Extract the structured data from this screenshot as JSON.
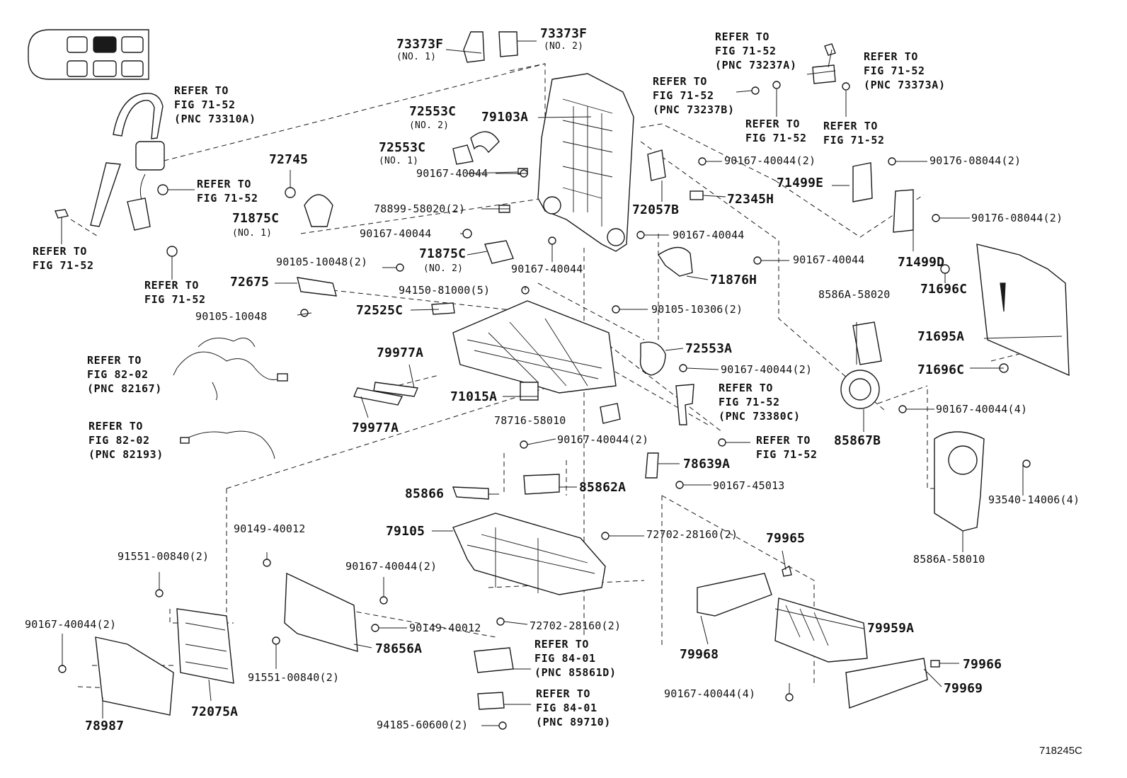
{
  "drawing_code": "718245C",
  "seat_icon": {
    "name": "seat-position-selector-icon",
    "selected": "row1-right"
  },
  "refer_notes": [
    {
      "id": "belt",
      "lines": [
        "REFER TO",
        "FIG 71-52",
        "(PNC 73310A)"
      ]
    },
    {
      "id": "belt-anchor",
      "lines": [
        "REFER TO",
        "FIG 71-52"
      ]
    },
    {
      "id": "belt-bolt",
      "lines": [
        "REFER TO",
        "FIG 71-52"
      ]
    },
    {
      "id": "belt-nut",
      "lines": [
        "REFER TO",
        "FIG 71-52"
      ]
    },
    {
      "id": "top-a",
      "lines": [
        "REFER TO",
        "FIG 71-52",
        "(PNC 73237A)"
      ]
    },
    {
      "id": "top-b",
      "lines": [
        "REFER TO",
        "FIG 71-52",
        "(PNC 73237B)"
      ]
    },
    {
      "id": "top-c",
      "lines": [
        "REFER TO",
        "FIG 71-52",
        "(PNC 73373A)"
      ]
    },
    {
      "id": "top-d",
      "lines": [
        "REFER TO",
        "FIG 71-52"
      ]
    },
    {
      "id": "top-e",
      "lines": [
        "REFER TO",
        "FIG 71-52"
      ]
    },
    {
      "id": "wire-a",
      "lines": [
        "REFER TO",
        "FIG 82-02",
        "(PNC 82167)"
      ]
    },
    {
      "id": "wire-b",
      "lines": [
        "REFER TO",
        "FIG 82-02",
        "(PNC 82193)"
      ]
    },
    {
      "id": "buckle",
      "lines": [
        "REFER TO",
        "FIG 71-52",
        "(PNC 73380C)"
      ]
    },
    {
      "id": "buckle-bolt",
      "lines": [
        "REFER TO",
        "FIG 71-52"
      ]
    },
    {
      "id": "ecu-a",
      "lines": [
        "REFER TO",
        "FIG 84-01",
        "(PNC 85861D)"
      ]
    },
    {
      "id": "ecu-b",
      "lines": [
        "REFER TO",
        "FIG 84-01",
        "(PNC 89710)"
      ]
    }
  ],
  "part_labels": [
    {
      "id": "73373F-1",
      "text": "73373F",
      "sub": "(NO. 1)"
    },
    {
      "id": "73373F-2",
      "text": "73373F",
      "sub": "(NO. 2)"
    },
    {
      "id": "72553C-2",
      "text": "72553C",
      "sub": "(NO. 2)"
    },
    {
      "id": "72553C-1",
      "text": "72553C",
      "sub": "(NO. 1)"
    },
    {
      "id": "79103A",
      "text": "79103A"
    },
    {
      "id": "72745",
      "text": "72745"
    },
    {
      "id": "71875C-1",
      "text": "71875C",
      "sub": "(NO. 1)"
    },
    {
      "id": "71875C-2",
      "text": "71875C",
      "sub": "(NO. 2)"
    },
    {
      "id": "72057B",
      "text": "72057B"
    },
    {
      "id": "72345H",
      "text": "72345H"
    },
    {
      "id": "71499E",
      "text": "71499E"
    },
    {
      "id": "71499D",
      "text": "71499D"
    },
    {
      "id": "71876H",
      "text": "71876H"
    },
    {
      "id": "72675",
      "text": "72675"
    },
    {
      "id": "72525C",
      "text": "72525C"
    },
    {
      "id": "71696C-a",
      "text": "71696C"
    },
    {
      "id": "71695A",
      "text": "71695A"
    },
    {
      "id": "71696C-b",
      "text": "71696C"
    },
    {
      "id": "79977A-a",
      "text": "79977A"
    },
    {
      "id": "79977A-b",
      "text": "79977A"
    },
    {
      "id": "71015A",
      "text": "71015A"
    },
    {
      "id": "72553A",
      "text": "72553A"
    },
    {
      "id": "85867B",
      "text": "85867B"
    },
    {
      "id": "78639A",
      "text": "78639A"
    },
    {
      "id": "85866",
      "text": "85866"
    },
    {
      "id": "85862A",
      "text": "85862A"
    },
    {
      "id": "79105",
      "text": "79105"
    },
    {
      "id": "79965",
      "text": "79965"
    },
    {
      "id": "79959A",
      "text": "79959A"
    },
    {
      "id": "79968",
      "text": "79968"
    },
    {
      "id": "79966",
      "text": "79966"
    },
    {
      "id": "79969",
      "text": "79969"
    },
    {
      "id": "78656A",
      "text": "78656A"
    },
    {
      "id": "72075A",
      "text": "72075A"
    },
    {
      "id": "78987",
      "text": "78987"
    }
  ],
  "fastener_labels": [
    {
      "id": "f1",
      "text": "90167-40044"
    },
    {
      "id": "f2",
      "text": "78899-58020(2)"
    },
    {
      "id": "f3",
      "text": "90167-40044"
    },
    {
      "id": "f4",
      "text": "90167-40044"
    },
    {
      "id": "f5",
      "text": "90167-40044(2)"
    },
    {
      "id": "f6",
      "text": "90176-08044(2)"
    },
    {
      "id": "f7",
      "text": "90176-08044(2)"
    },
    {
      "id": "f8",
      "text": "90167-40044"
    },
    {
      "id": "f9",
      "text": "90167-40044"
    },
    {
      "id": "f10",
      "text": "90105-10048(2)"
    },
    {
      "id": "f11",
      "text": "94150-81000(5)"
    },
    {
      "id": "f12",
      "text": "90105-10048"
    },
    {
      "id": "f13",
      "text": "90105-10306(2)"
    },
    {
      "id": "f14",
      "text": "8586A-58020"
    },
    {
      "id": "f15",
      "text": "90167-40044(2)"
    },
    {
      "id": "f16",
      "text": "90167-40044(4)"
    },
    {
      "id": "f17",
      "text": "78716-58010"
    },
    {
      "id": "f18",
      "text": "90167-40044(2)"
    },
    {
      "id": "f19",
      "text": "90167-45013"
    },
    {
      "id": "f20",
      "text": "93540-14006(4)"
    },
    {
      "id": "f21",
      "text": "72702-28160(2)"
    },
    {
      "id": "f22",
      "text": "8586A-58010"
    },
    {
      "id": "f23",
      "text": "90149-40012"
    },
    {
      "id": "f24",
      "text": "91551-00840(2)"
    },
    {
      "id": "f25",
      "text": "90167-40044(2)"
    },
    {
      "id": "f26",
      "text": "90149-40012"
    },
    {
      "id": "f27",
      "text": "72702-28160(2)"
    },
    {
      "id": "f28",
      "text": "90167-40044(2)"
    },
    {
      "id": "f29",
      "text": "91551-00840(2)"
    },
    {
      "id": "f30",
      "text": "90167-40044(4)"
    },
    {
      "id": "f31",
      "text": "94185-60600(2)"
    }
  ]
}
